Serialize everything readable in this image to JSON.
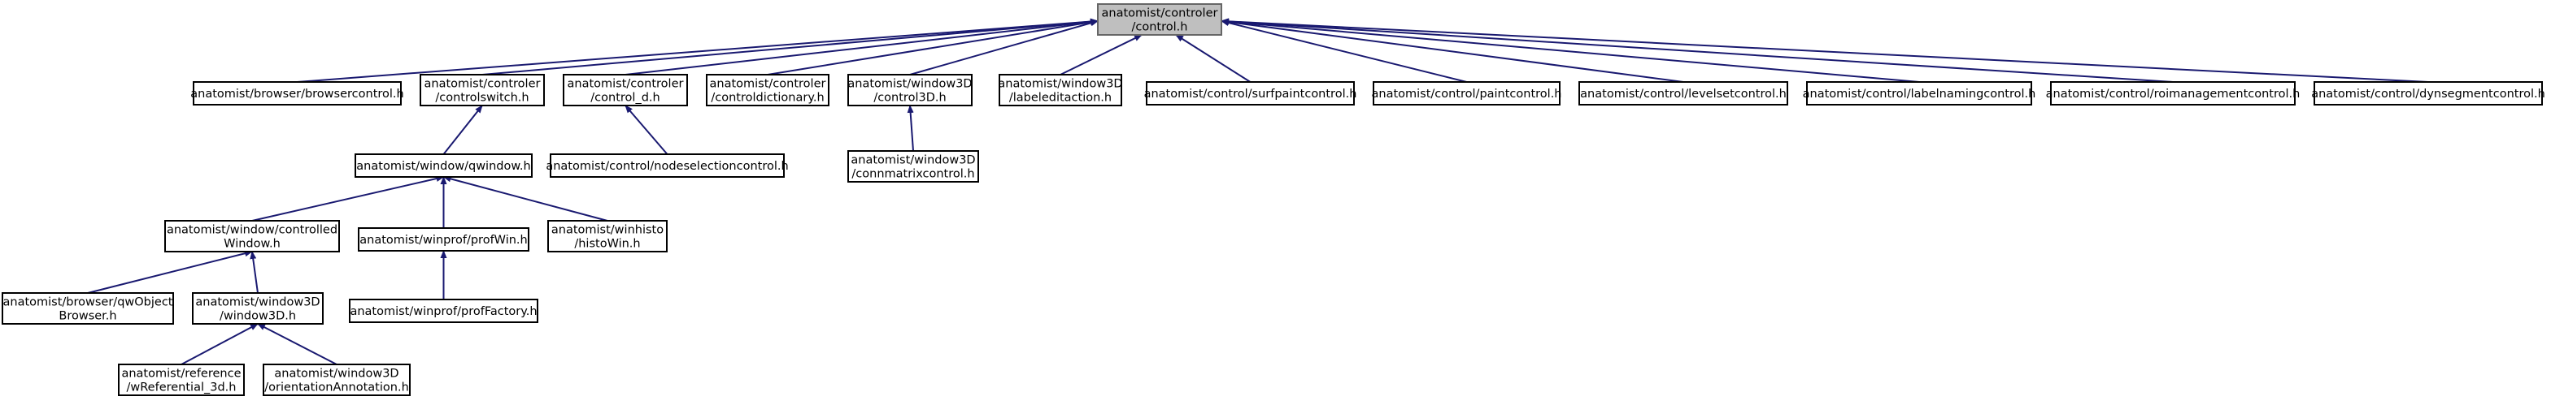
{
  "graph": {
    "type": "include-dependency-graph",
    "colors": {
      "edge": "#191970",
      "root_fill": "#bfbfbf",
      "node_fill": "#ffffff",
      "node_border": "#000000"
    },
    "nodes": [
      {
        "id": "control",
        "lines": [
          "anatomist/controler",
          "/control.h"
        ],
        "root": true
      },
      {
        "id": "browsercontrol",
        "lines": [
          "anatomist/browser/browsercontrol.h"
        ]
      },
      {
        "id": "controlswitch",
        "lines": [
          "anatomist/controler",
          "/controlswitch.h"
        ]
      },
      {
        "id": "control_d",
        "lines": [
          "anatomist/controler",
          "/control_d.h"
        ]
      },
      {
        "id": "controldictionary",
        "lines": [
          "anatomist/controler",
          "/controldictionary.h"
        ]
      },
      {
        "id": "control3d",
        "lines": [
          "anatomist/window3D",
          "/control3D.h"
        ]
      },
      {
        "id": "labeleditaction",
        "lines": [
          "anatomist/window3D",
          "/labeleditaction.h"
        ]
      },
      {
        "id": "surfpaintcontrol",
        "lines": [
          "anatomist/control/surfpaintcontrol.h"
        ]
      },
      {
        "id": "paintcontrol",
        "lines": [
          "anatomist/control/paintcontrol.h"
        ]
      },
      {
        "id": "levelsetcontrol",
        "lines": [
          "anatomist/control/levelsetcontrol.h"
        ]
      },
      {
        "id": "labelnamingcontrol",
        "lines": [
          "anatomist/control/labelnamingcontrol.h"
        ]
      },
      {
        "id": "roimanagementcontrol",
        "lines": [
          "anatomist/control/roimanagementcontrol.h"
        ]
      },
      {
        "id": "dynsegmentcontrol",
        "lines": [
          "anatomist/control/dynsegmentcontrol.h"
        ]
      },
      {
        "id": "qwindow",
        "lines": [
          "anatomist/window/qwindow.h"
        ]
      },
      {
        "id": "nodeselectioncontrol",
        "lines": [
          "anatomist/control/nodeselectioncontrol.h"
        ]
      },
      {
        "id": "connmatrixcontrol",
        "lines": [
          "anatomist/window3D",
          "/connmatrixcontrol.h"
        ]
      },
      {
        "id": "controlledwindow",
        "lines": [
          "anatomist/window/controlled",
          "Window.h"
        ]
      },
      {
        "id": "profwin",
        "lines": [
          "anatomist/winprof/profWin.h"
        ]
      },
      {
        "id": "histowin",
        "lines": [
          "anatomist/winhisto",
          "/histoWin.h"
        ]
      },
      {
        "id": "proffactory",
        "lines": [
          "anatomist/winprof/profFactory.h"
        ]
      },
      {
        "id": "qwobjectbrowser",
        "lines": [
          "anatomist/browser/qwObject",
          "Browser.h"
        ]
      },
      {
        "id": "window3d",
        "lines": [
          "anatomist/window3D",
          "/window3D.h"
        ]
      },
      {
        "id": "wreferential3d",
        "lines": [
          "anatomist/reference",
          "/wReferential_3d.h"
        ]
      },
      {
        "id": "orientationannotation",
        "lines": [
          "anatomist/window3D",
          "/orientationAnnotation.h"
        ]
      }
    ],
    "edges": [
      [
        "browsercontrol",
        "control"
      ],
      [
        "controlswitch",
        "control"
      ],
      [
        "control_d",
        "control"
      ],
      [
        "controldictionary",
        "control"
      ],
      [
        "control3d",
        "control"
      ],
      [
        "labeleditaction",
        "control"
      ],
      [
        "surfpaintcontrol",
        "control"
      ],
      [
        "paintcontrol",
        "control"
      ],
      [
        "levelsetcontrol",
        "control"
      ],
      [
        "labelnamingcontrol",
        "control"
      ],
      [
        "roimanagementcontrol",
        "control"
      ],
      [
        "dynsegmentcontrol",
        "control"
      ],
      [
        "qwindow",
        "controlswitch"
      ],
      [
        "nodeselectioncontrol",
        "control_d"
      ],
      [
        "connmatrixcontrol",
        "control3d"
      ],
      [
        "controlledwindow",
        "qwindow"
      ],
      [
        "profwin",
        "qwindow"
      ],
      [
        "histowin",
        "qwindow"
      ],
      [
        "proffactory",
        "profwin"
      ],
      [
        "qwobjectbrowser",
        "controlledwindow"
      ],
      [
        "window3d",
        "controlledwindow"
      ],
      [
        "wreferential3d",
        "window3d"
      ],
      [
        "orientationannotation",
        "window3d"
      ]
    ]
  }
}
